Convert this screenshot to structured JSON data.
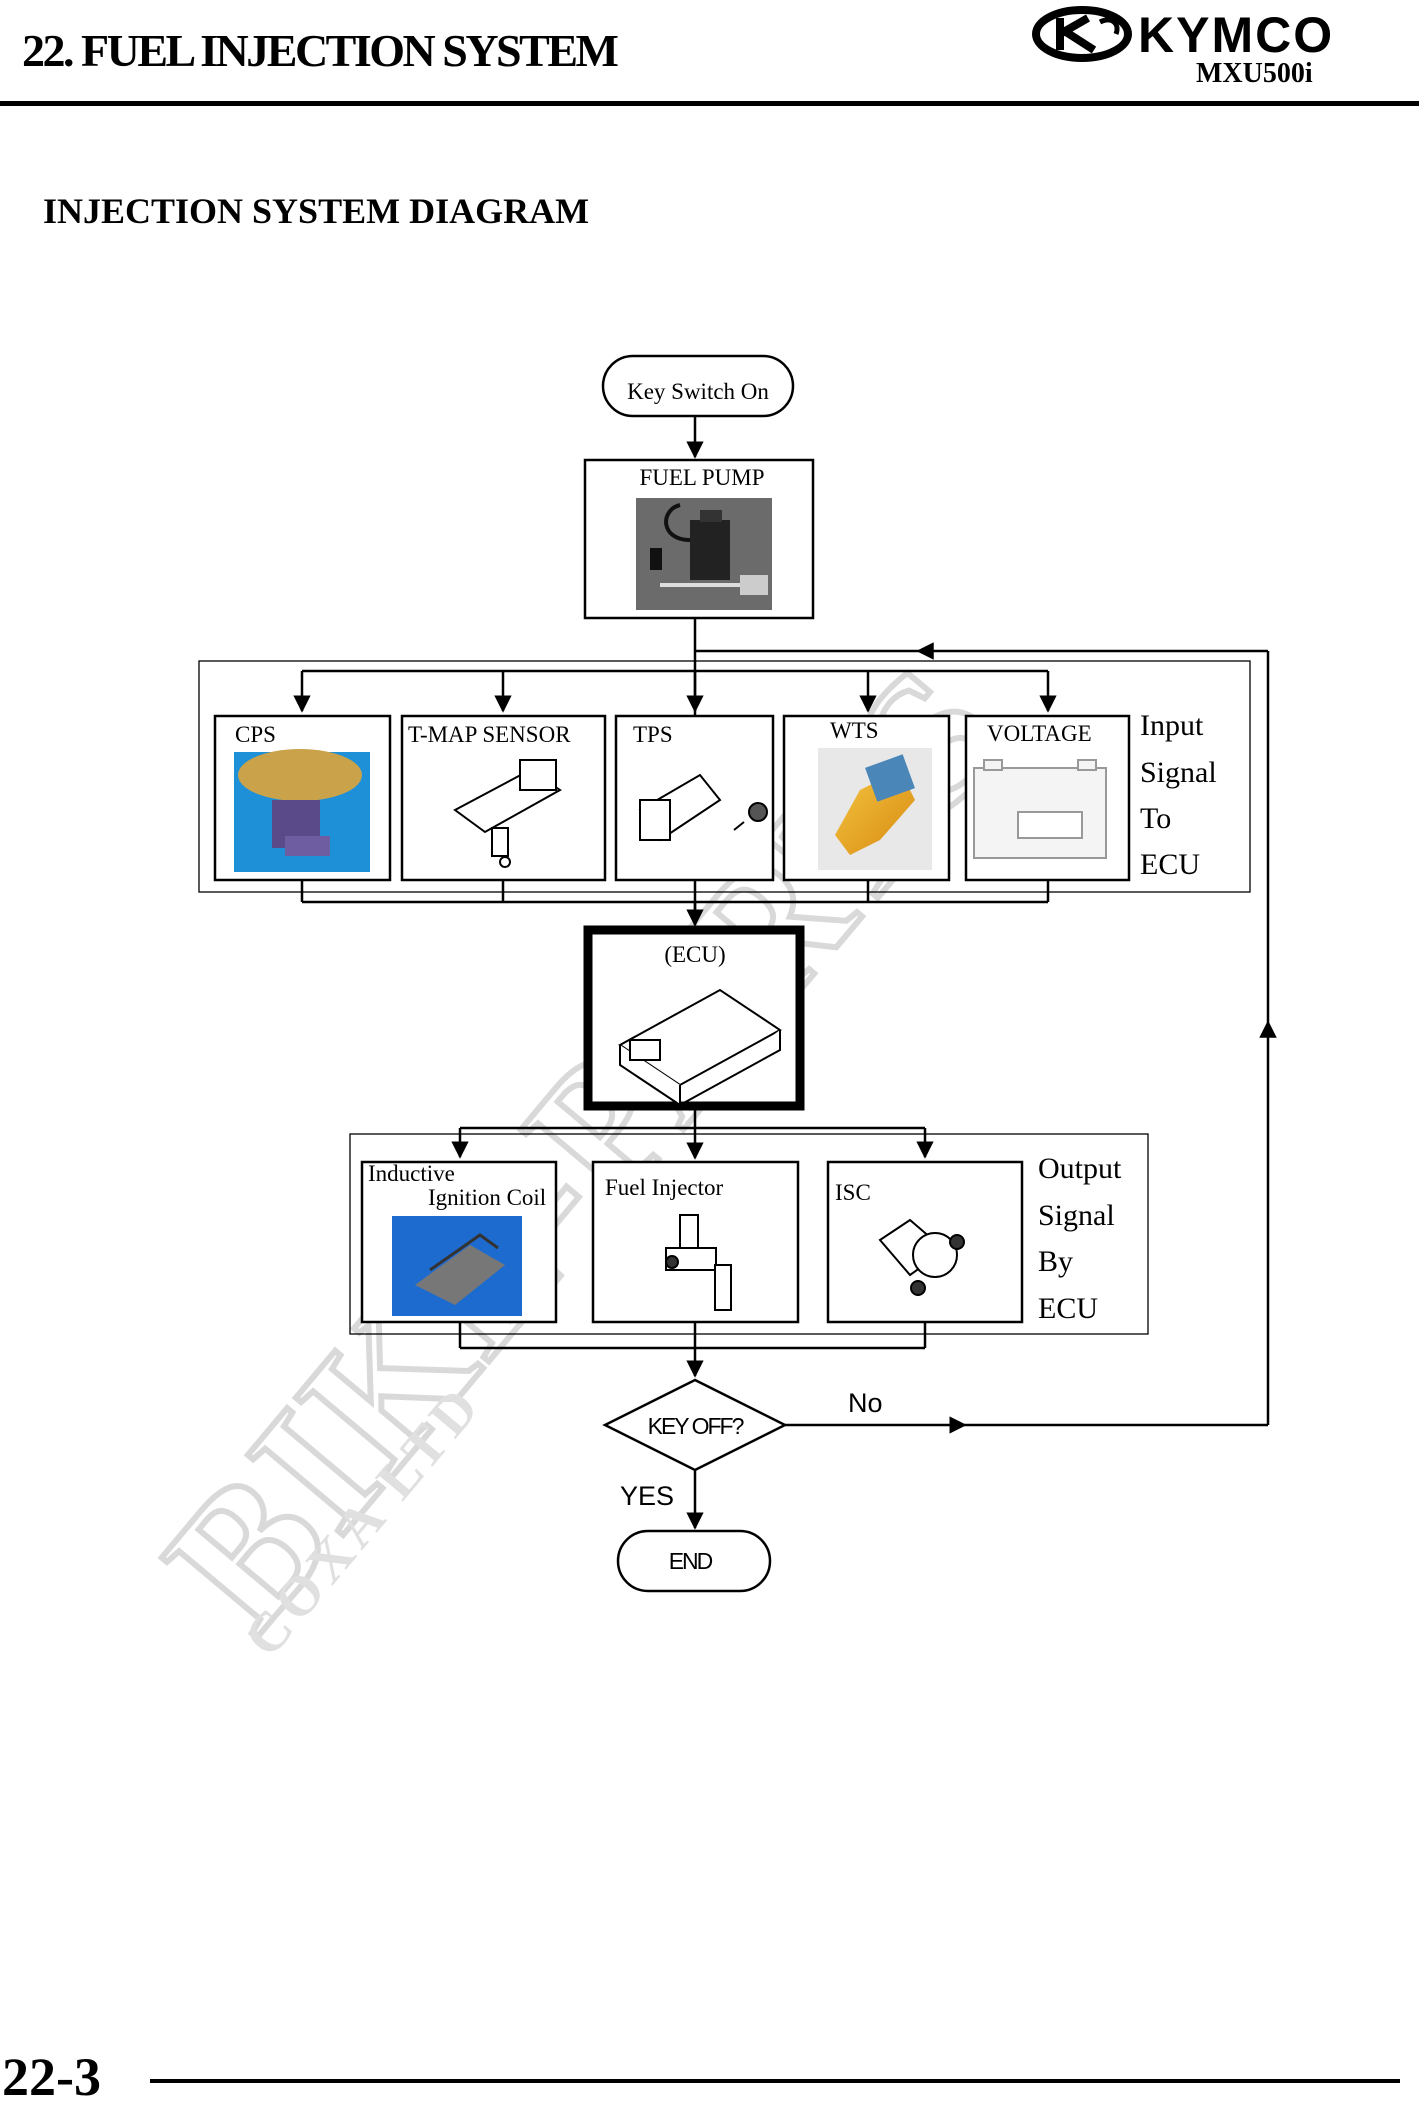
{
  "header": {
    "title": "22. FUEL INJECTION SYSTEM",
    "brand": "KYMCO",
    "model": "MXU500i"
  },
  "section_heading": "INJECTION SYSTEM DIAGRAM",
  "flowchart": {
    "start": "Key Switch On",
    "fuel_pump": "FUEL PUMP",
    "inputs": [
      "CPS",
      "T-MAP SENSOR",
      "TPS",
      "WTS",
      "VOLTAGE"
    ],
    "input_group_label": [
      "Input",
      "Signal",
      "To",
      "ECU"
    ],
    "ecu": "(ECU)",
    "outputs": {
      "ignition_coil_line1": "Inductive",
      "ignition_coil_line2": "Ignition Coil",
      "fuel_injector": "Fuel Injector",
      "isc": "ISC"
    },
    "output_group_label": [
      "Output",
      "Signal",
      "By",
      "ECU"
    ],
    "decision": "KEY OFF?",
    "yes_label": "YES",
    "no_label": "No",
    "end": "END"
  },
  "watermark": {
    "main": "BIKE-PARTS",
    "sub": "COXA LTD"
  },
  "footer": {
    "page_number": "22-3"
  }
}
